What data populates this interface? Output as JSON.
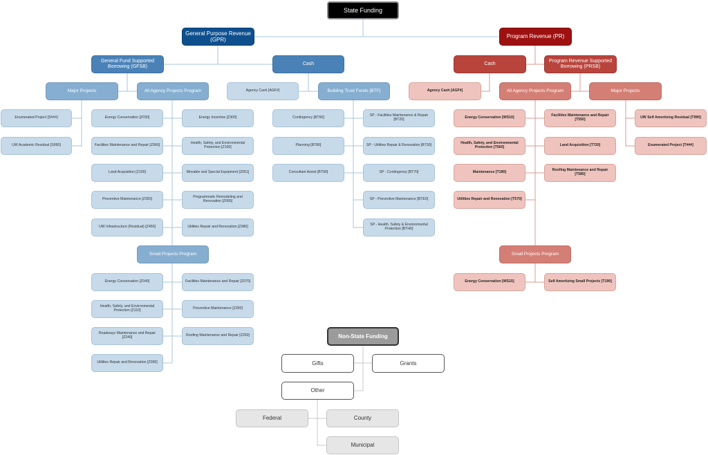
{
  "colors": {
    "state_funding": "#000000",
    "gpr": "#0e4f8e",
    "gpr_level2": "#4a82b8",
    "gpr_level3": "#86aed0",
    "gpr_leaf": "#c6daea",
    "pr": "#9e1111",
    "pr_level2": "#b9443c",
    "pr_level3": "#d47f76",
    "pr_leaf": "#efc4be",
    "non_state": "#9b9b9b",
    "connector": "#a9c4da"
  },
  "state_funding": "State Funding",
  "gpr": {
    "title": "General Purpose Revenue (GPR)",
    "gfsb": {
      "title": "General Fund Supported Borrowing (GFSB)",
      "major_projects": {
        "title": "Major Projects",
        "items": [
          "Enumerated Project [S###]",
          "UW Academic Residual [S990]"
        ]
      },
      "all_agency": {
        "title": "All Agency Projects Program",
        "left": [
          "Energy Conservation [Z030]",
          "Facilities Maintenance and Repair [Z060]",
          "Land Acquisition [Z100]",
          "Preventive Maintenance [Z350]",
          "UW Infrastructure (Residual) [Z450]"
        ],
        "right": [
          "Energy Incentive [Z300]",
          "Health, Safety, and Environmental Protection [Z100]",
          "Movable and Special Equipment [Z051]",
          "Programmatic Remodeling and Renovation [Z065]",
          "Utilities Repair and Renovation [Z080]"
        ]
      },
      "small_projects": {
        "title": "Small Projects Program",
        "left": [
          "Energy Conservation [Z040]",
          "Health, Safety, and Environmental Protection [Z110]",
          "Roadways Maintenance and Repair [Z240]",
          "Utilities Repair and Renovation [Z090]"
        ],
        "right": [
          "Facilities Maintenance and Repair [Z070]",
          "Preventive Maintenance [Z390]",
          "Roofing Maintenance and Repair [Z260]"
        ]
      }
    },
    "cash": {
      "title": "Cash",
      "agency_cash": "Agency Cash [AGF#]",
      "btf": {
        "title": "Building Trust Funds [BTF]",
        "left": [
          "Contingency [BT60]",
          "Planning [BT80]",
          "Consultant Assist [BT90]"
        ],
        "right": [
          "SP - Facilities Maintenance & Repair [BT20]",
          "SP - Utilities Repair & Renovation [BT30]",
          "SP - Contingency [BT70]",
          "SP - Preventive Maintenance [BTE0]",
          "SP - Health, Safety & Environmental Protection [BTH0]"
        ]
      }
    }
  },
  "pr": {
    "title": "Program Revenue (PR)",
    "cash": {
      "title": "Cash",
      "agency_cash": "Agency Cash [AGF#]"
    },
    "prsb": {
      "title": "Program Revenue Supported Borrowing (PRSB)",
      "all_agency": {
        "title": "All Agency Projects Program",
        "left": [
          "Energy Conservation [WS10]",
          "Health, Safety, and Environmental Protection [T560]",
          "Maintenance [T180]",
          "Utilities Repair and Renovation [T570]"
        ],
        "right": [
          "Facilities Maintenance and Repair [T550]",
          "Land Acquisition [T720]",
          "Roofing Maintenance and Repair [T580]"
        ]
      },
      "major_projects": {
        "title": "Major Projects",
        "items": [
          "UW Self Amortizing Residual [T990]",
          "Enumerated Project [T###]"
        ]
      },
      "small_projects": {
        "title": "Small Projects Program",
        "left": [
          "Energy Conservation [WS15]"
        ],
        "right": [
          "Self Amortizing Small Projects [T190]"
        ]
      }
    }
  },
  "non_state": {
    "title": "Non-State Funding",
    "gifts": "Gifts",
    "grants": "Grants",
    "other": {
      "title": "Other",
      "federal": "Federal",
      "county": "County",
      "municipal": "Municipal"
    }
  }
}
